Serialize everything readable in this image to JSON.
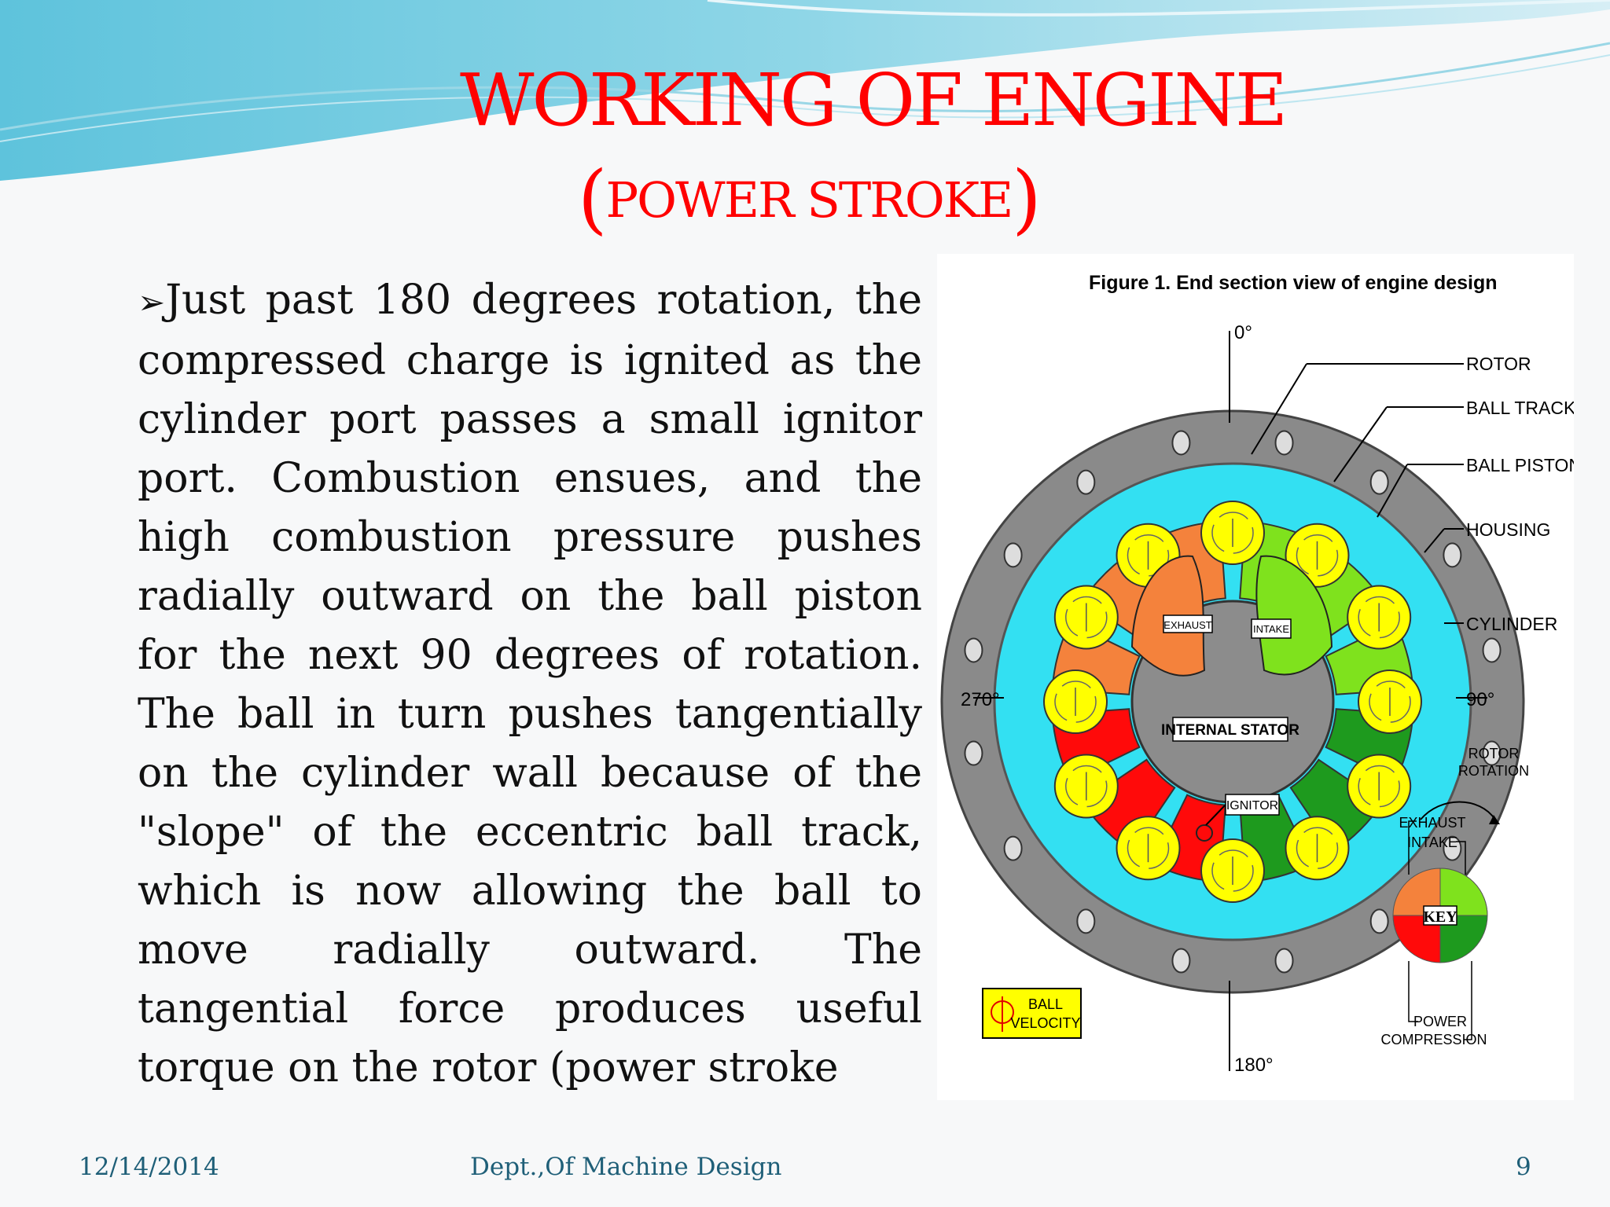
{
  "slide": {
    "title": "WORKING OF ENGINE",
    "subtitle": {
      "open_paren": "(",
      "text": "POWER STROKE",
      "close_paren": ")"
    },
    "bullet_marker": "➢",
    "body_text": "Just past 180 degrees rotation, the compressed charge is ignited as the cylinder port passes a small ignitor port. Combustion ensues, and the high combustion pressure pushes radially outward on the ball piston for the next 90 degrees of rotation. The ball in turn pushes tangentially on the cylinder wall because of the \"slope\" of the eccentric ball track, which is now allowing the ball to move radially outward. The tangential force produces useful torque on the rotor (power stroke"
  },
  "figure": {
    "caption": "Figure 1.  End section view of engine design",
    "angle_labels": {
      "top": "0°",
      "right": "90°",
      "bottom": "180°",
      "left": "270°"
    },
    "callouts": [
      "ROTOR",
      "BALL TRACK",
      "BALL PISTON",
      "HOUSING",
      "CYLINDER"
    ],
    "chamber_labels": {
      "exhaust": "EXHAUST",
      "intake": "INTAKE",
      "stator": "INTERNAL STATOR",
      "ignitor": "IGNITOR"
    },
    "ball_velocity_legend": [
      "BALL",
      "VELOCITY"
    ],
    "key": {
      "rotor_rotation": [
        "ROTOR",
        "ROTATION"
      ],
      "top_left_label": "EXHAUST",
      "top_right_label": "INTAKE",
      "center_label": "KEY",
      "bottom_left_label": "POWER",
      "bottom_right_label": "COMPRESSION"
    },
    "colors": {
      "exhaust": "#f4823c",
      "intake": "#7fe21d",
      "power": "#ff0a0a",
      "compression": "#1e9a1e",
      "ball": "#ffff00",
      "housing": "#8a8a8a",
      "ball_track": "#33e0f2",
      "stator": "#8c8c8c"
    }
  },
  "footer": {
    "date": "12/14/2014",
    "department": "Dept.,Of Machine Design",
    "page_number": "9"
  }
}
